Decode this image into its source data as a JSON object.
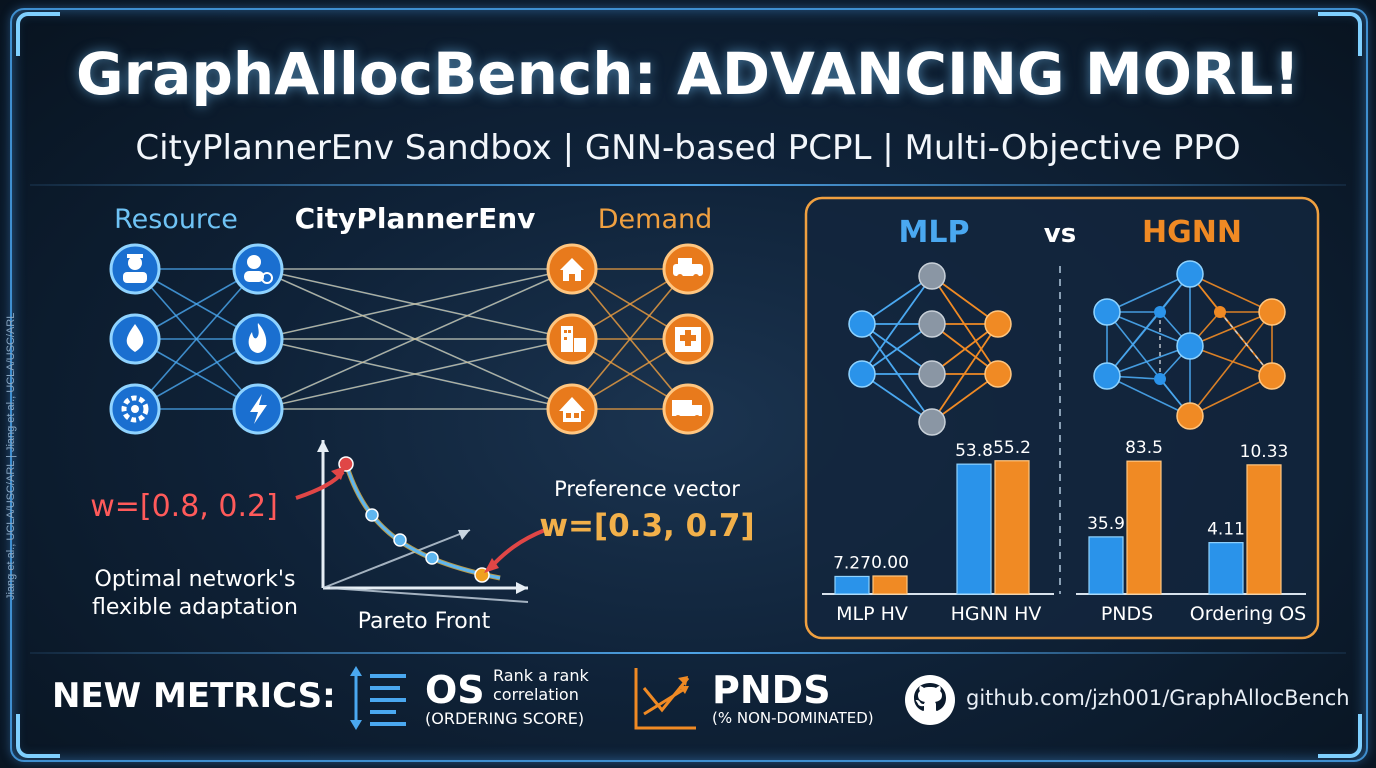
{
  "header": {
    "title": "GraphAllocBench: ADVANCING MORL!",
    "subtitle": "CityPlannerEnv Sandbox | GNN-based PCPL | Multi-Objective PPO"
  },
  "side_citation": "Jiang et al., UCLA/USC/ARL | Jiang et al., UCLA/USC/ARL",
  "network": {
    "resource_label": "Resource",
    "env_label": "CityPlannerEnv",
    "demand_label": "Demand",
    "resource_icons": [
      "worker-icon",
      "water-drop-icon",
      "gear-icon"
    ],
    "middle_icons": [
      "user-gear-icon",
      "fire-icon",
      "lightning-icon"
    ],
    "demand_icons": [
      "house-icon",
      "building-icon",
      "home-icon"
    ],
    "demand_outer_icons": [
      "ambulance-icon",
      "hospital-icon",
      "truck-icon"
    ]
  },
  "pareto": {
    "weight_left": "w=[0.8, 0.2]",
    "preference_label": "Preference vector",
    "weight_right": "w=[0.3, 0.7]",
    "adapt_line1": "Optimal network's",
    "adapt_line2": "flexible adaptation",
    "front_label": "Pareto Front"
  },
  "comparison": {
    "left_model": "MLP",
    "vs": "vs",
    "right_model": "HGNN"
  },
  "colors": {
    "blue": "#2a93ea",
    "orange": "#f08a24",
    "red": "#e04646",
    "frame": "#3f8fd0"
  },
  "chart_data": [
    {
      "type": "bar",
      "categories": [
        "MLP HV",
        "HGNN HV"
      ],
      "series": [
        {
          "values": [
            7.27,
            53.8
          ]
        },
        {
          "values": [
            0.0,
            55.2
          ]
        }
      ],
      "value_labels": [
        [
          "7.27",
          "53.8"
        ],
        [
          "0.00",
          "55.2"
        ]
      ]
    },
    {
      "type": "bar",
      "categories": [
        "PNDS",
        "Ordering OS"
      ],
      "series": [
        {
          "values": [
            35.9,
            4.11
          ]
        },
        {
          "values": [
            83.5,
            10.33
          ]
        }
      ],
      "value_labels": [
        [
          "35.9",
          "4.11"
        ],
        [
          "83.5",
          "10.33"
        ]
      ]
    }
  ],
  "footer": {
    "new_metrics": "NEW METRICS:",
    "os": "OS",
    "os_desc1": "Rank a rank",
    "os_desc2": "correlation",
    "os_sub": "(ORDERING SCORE)",
    "pnds": "PNDS",
    "pnds_sub": "(% NON-DOMINATED)",
    "github": "github.com/jzh001/GraphAllocBench"
  }
}
